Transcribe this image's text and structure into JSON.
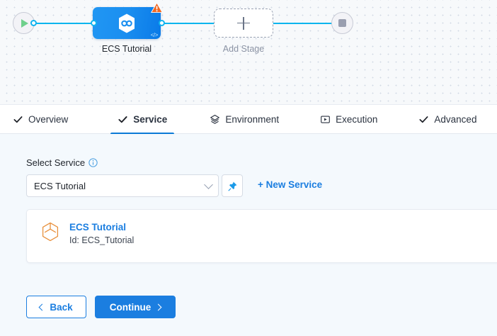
{
  "pipeline": {
    "start_node": {
      "icon": "play-icon"
    },
    "end_node": {
      "icon": "stop-icon"
    },
    "stage": {
      "label": "ECS Tutorial",
      "icon": "harness-hexagon-icon",
      "warning_icon": "warning-triangle-icon",
      "code_icon": "code-brackets-icon",
      "color": "#1a8ff0",
      "warning_color": "#f06722"
    },
    "add_stage": {
      "label": "Add Stage",
      "icon": "plus-icon"
    }
  },
  "tabs": [
    {
      "label": "Overview",
      "icon": "check-icon",
      "active": false
    },
    {
      "label": "Service",
      "icon": "check-icon",
      "active": true
    },
    {
      "label": "Environment",
      "icon": "layers-diamond-icon",
      "active": false
    },
    {
      "label": "Execution",
      "icon": "play-box-icon",
      "active": false
    },
    {
      "label": "Advanced",
      "icon": "check-icon",
      "active": false
    }
  ],
  "form": {
    "select_service_label": "Select Service",
    "info_icon": "info-icon",
    "service_select": {
      "value": "ECS Tutorial",
      "chevron_icon": "chevron-down-icon"
    },
    "pin_icon": "pin-icon",
    "new_service_link": "+ New Service"
  },
  "service_card": {
    "icon": "cube-hexagon-icon",
    "title": "ECS Tutorial",
    "subtitle": "Id: ECS_Tutorial"
  },
  "footer": {
    "back_label": "Back",
    "continue_label": "Continue"
  },
  "colors": {
    "accent": "#1b7ee0",
    "wire": "#0ab5ee",
    "warning": "#f06722",
    "panel_bg": "#f4f9fd"
  }
}
